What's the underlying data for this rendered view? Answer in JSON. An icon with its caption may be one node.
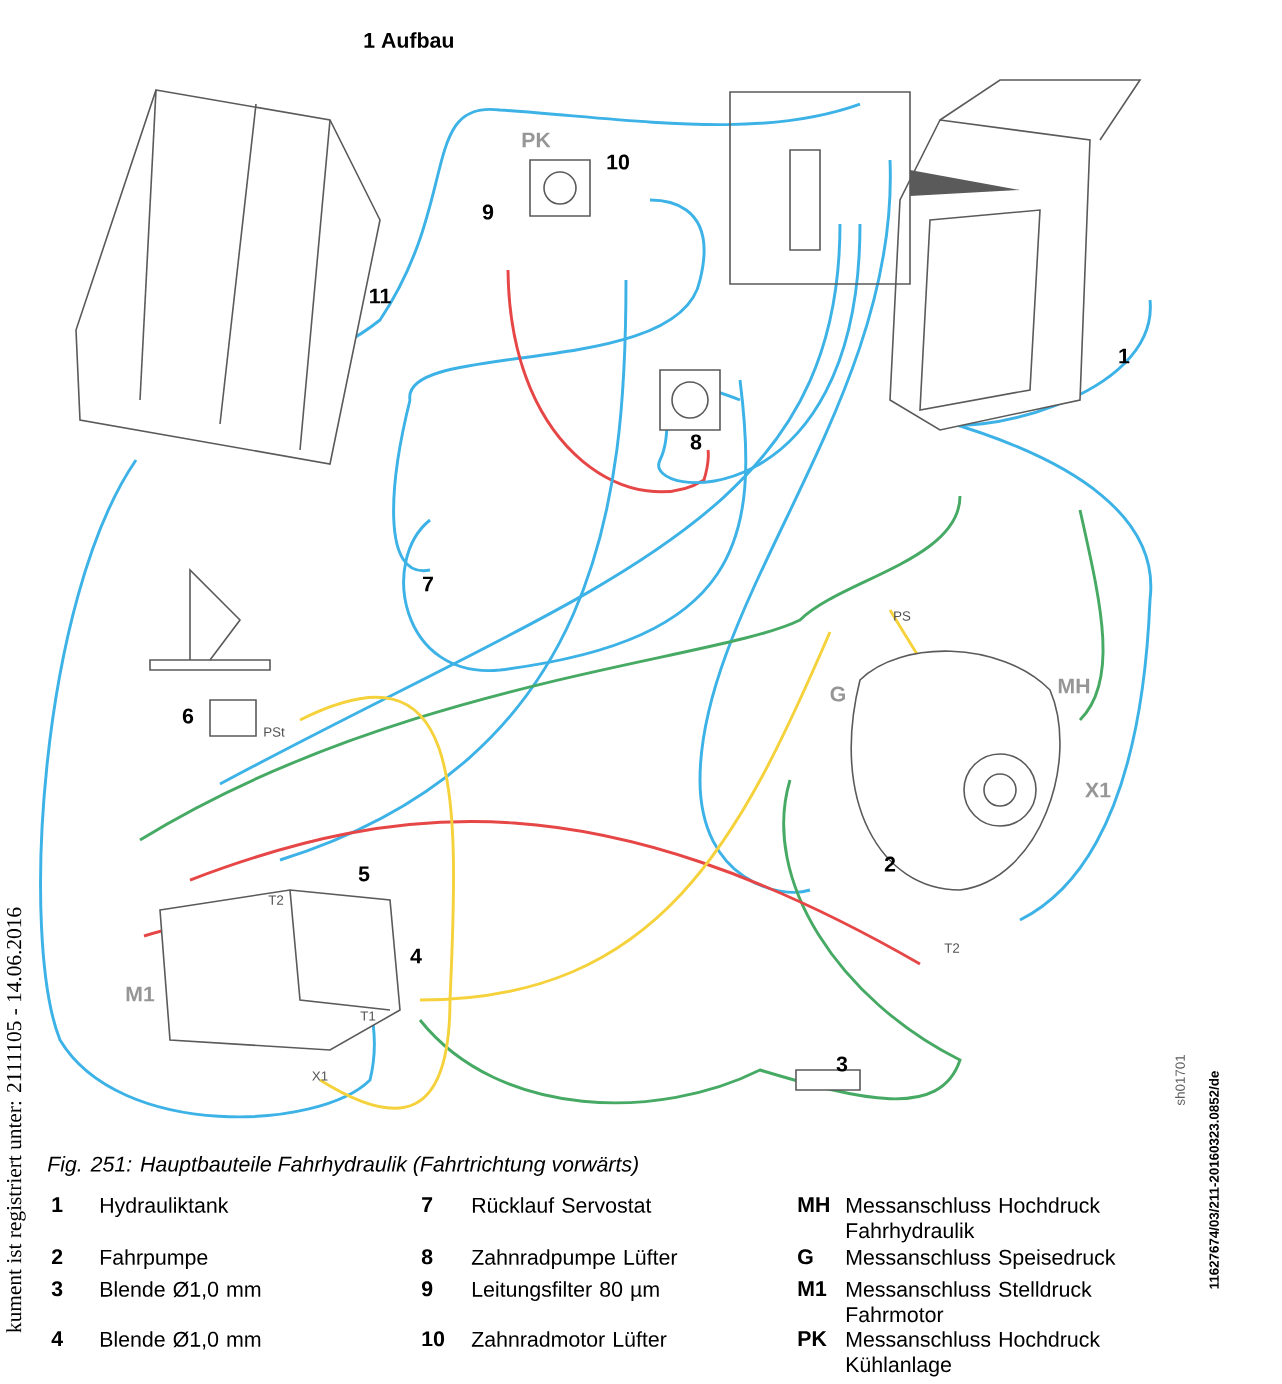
{
  "diagram": {
    "title": "1 Aufbau",
    "caption": "Fig. 251: Hauptbauteile Fahrhydraulik (Fahrtrichtung vorwärts)",
    "labels": [
      "11",
      "PK",
      "10",
      "9",
      "8",
      "1",
      "7",
      "6",
      "PSt",
      "PS",
      "G",
      "MH",
      "X1",
      "5",
      "2",
      "4",
      "M1",
      "T2",
      "T1",
      "X1",
      "T2",
      "3",
      "sh01701",
      "11627674/03/211-20160323.0852/de",
      "kument ist registriert unter: 2111105 - 14.06.2016",
      "1",
      "Hydrauliktank",
      "7",
      "Rücklauf Servostat",
      "MH",
      "Messanschluss Hochdruck Fahrhydraulik",
      "2",
      "Fahrpumpe",
      "8",
      "Zahnradpumpe Lüfter",
      "G",
      "Messanschluss Speisedruck",
      "3",
      "Blende Ø1,0 mm",
      "9",
      "Leitungsfilter 80 µm",
      "M1",
      "Messanschluss Stelldruck Fahrmotor",
      "4",
      "Blende Ø1,0 mm",
      "10",
      "Zahnradmotor Lüfter",
      "PK",
      "Messanschluss Hochdruck Kühlanlage"
    ]
  }
}
